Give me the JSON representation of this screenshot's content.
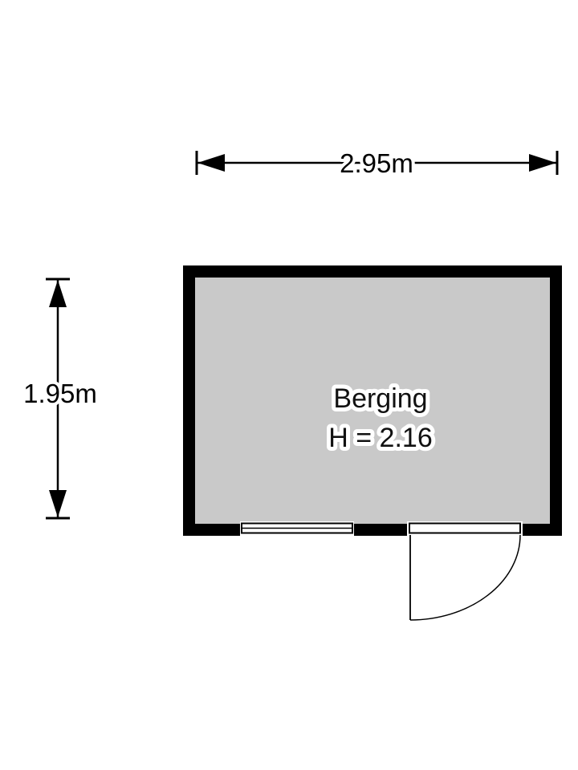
{
  "dimensions": {
    "width_label": "2.95m",
    "depth_label": "1.95m"
  },
  "room": {
    "name": "Berging",
    "ceiling_height_label": "H = 2.16"
  },
  "colors": {
    "wall": "#000000",
    "floor": "#c9c9c9",
    "background": "#ffffff",
    "line": "#000000",
    "halo": "#ffffff"
  }
}
